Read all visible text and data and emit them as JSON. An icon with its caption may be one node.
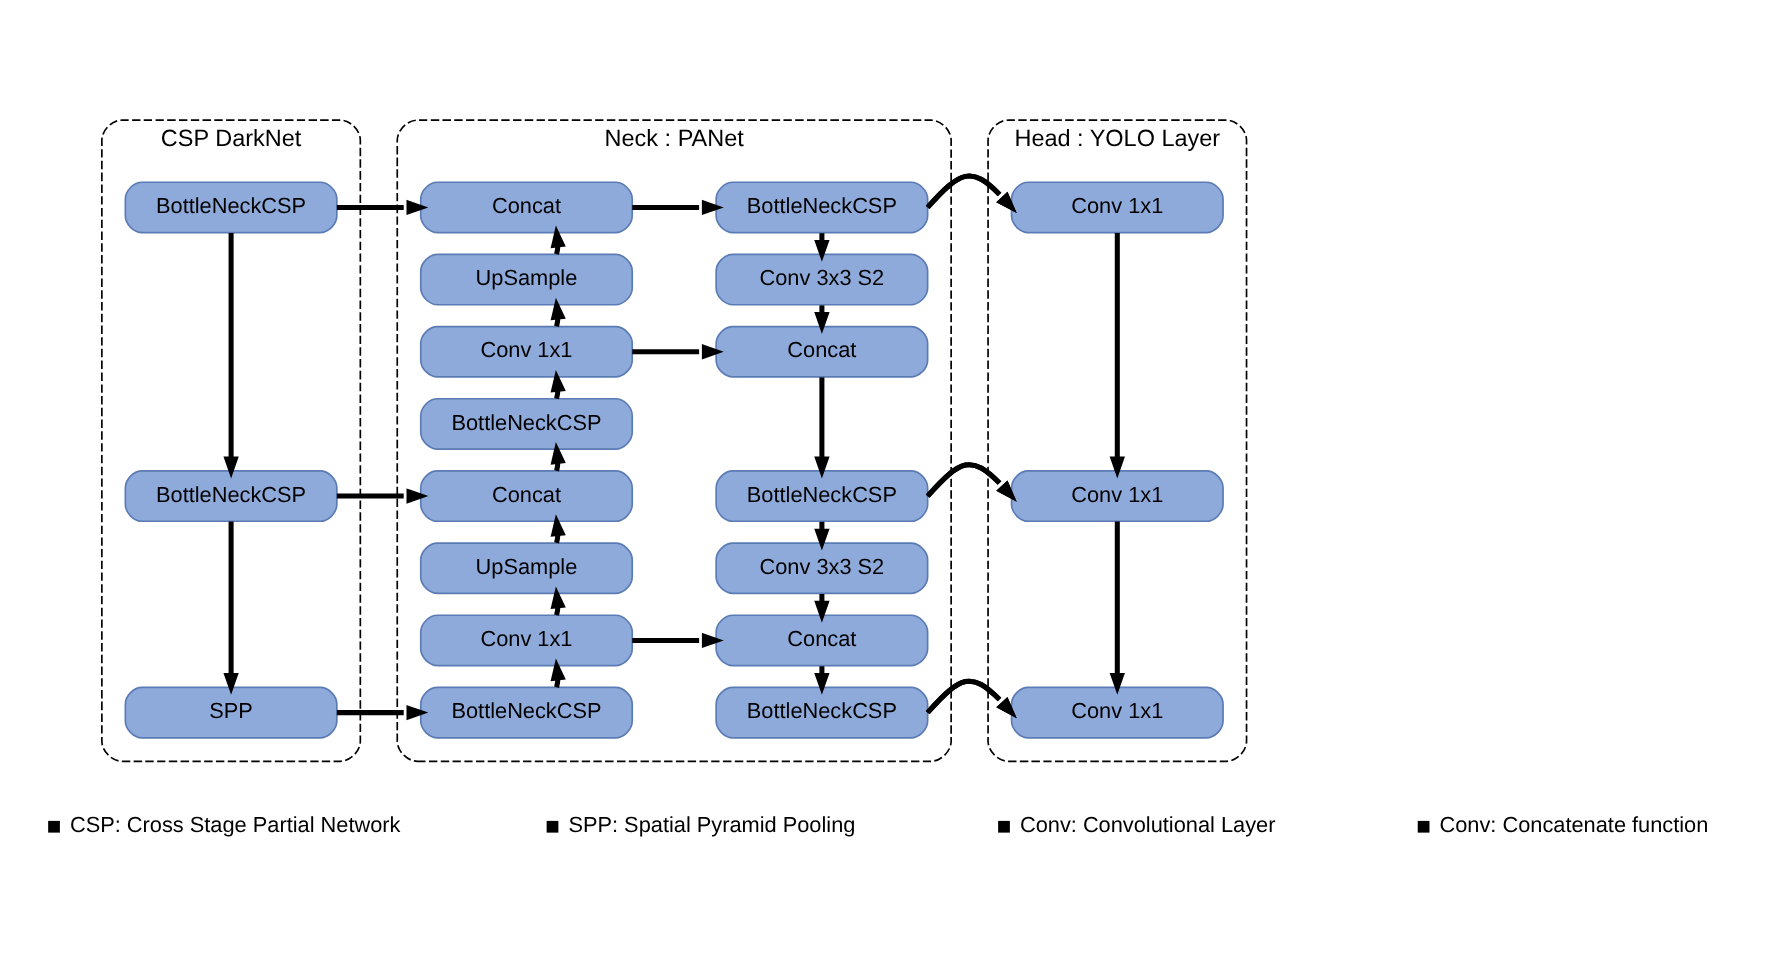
{
  "diagram": {
    "nodes": [
      {
        "text": [
          "CSP DarkNet"
        ]
      },
      {
        "text": [
          "BottleNeckCSP"
        ],
        "in": 0
      },
      {
        "text": [
          "BottleNeckCSP"
        ],
        "in": 0
      },
      {
        "text": [
          "SPP"
        ],
        "in": 0
      },
      {
        "text": [
          "Neck : PANet"
        ]
      },
      {
        "text": [
          "Concat"
        ],
        "in": 4
      },
      {
        "text": [
          "UpSample"
        ],
        "in": 4
      },
      {
        "text": [
          "Conv 1x1"
        ],
        "in": 4
      },
      {
        "text": [
          "BottleNeckCSP"
        ],
        "in": 4
      },
      {
        "text": [
          "Concat"
        ],
        "in": 4
      },
      {
        "text": [
          "UpSample"
        ],
        "in": 4
      },
      {
        "text": [
          "Conv 1x1"
        ],
        "in": 4
      },
      {
        "text": [
          "BottleNeckCSP"
        ],
        "in": 4
      },
      {
        "text": [
          "BottleNeckCSP"
        ],
        "in": 4
      },
      {
        "text": [
          "Conv 3x3 S2"
        ],
        "in": 4
      },
      {
        "text": [
          "Concat"
        ],
        "in": 4
      },
      {
        "text": [
          "BottleNeckCSP"
        ],
        "in": 4
      },
      {
        "text": [
          "Conv 3x3 S2"
        ],
        "in": 4
      },
      {
        "text": [
          "Concat"
        ],
        "in": 4
      },
      {
        "text": [
          "BottleNeckCSP"
        ],
        "in": 4
      },
      {
        "text": [
          "Head : YOLO Layer"
        ]
      },
      {
        "text": [
          "Conv 1x1"
        ],
        "in": 20
      },
      {
        "text": [
          "Conv 1x1"
        ],
        "in": 20
      },
      {
        "text": [
          "Conv 1x1"
        ],
        "in": 20
      }
    ],
    "edges": [
      {
        "from": 1,
        "to": 2,
        "arrow": "to"
      },
      {
        "from": 2,
        "to": 3,
        "arrow": "to"
      },
      {
        "from": 1,
        "to": 5,
        "arrow": "to"
      },
      {
        "from": 2,
        "to": 9,
        "arrow": "to"
      },
      {
        "from": 3,
        "to": 12,
        "arrow": "to"
      },
      {
        "from": 12,
        "to": 11,
        "arrow": "to"
      },
      {
        "from": 11,
        "to": 10,
        "arrow": "to"
      },
      {
        "from": 10,
        "to": 9,
        "arrow": "to"
      },
      {
        "from": 9,
        "to": 8,
        "arrow": "to"
      },
      {
        "from": 8,
        "to": 7,
        "arrow": "to"
      },
      {
        "from": 7,
        "to": 6,
        "arrow": "to"
      },
      {
        "from": 6,
        "to": 5,
        "arrow": "to"
      },
      {
        "from": 5,
        "to": 13,
        "arrow": "to"
      },
      {
        "from": 13,
        "to": 14,
        "arrow": "to"
      },
      {
        "from": 14,
        "to": 15,
        "arrow": "to"
      },
      {
        "from": 7,
        "to": 15,
        "arrow": "to"
      },
      {
        "from": 15,
        "to": 16,
        "arrow": "to"
      },
      {
        "from": 16,
        "to": 17,
        "arrow": "to"
      },
      {
        "from": 17,
        "to": 18,
        "arrow": "to"
      },
      {
        "from": 11,
        "to": 18,
        "arrow": "to"
      },
      {
        "from": 18,
        "to": 19,
        "arrow": "to"
      },
      {
        "from": 13,
        "to": 21,
        "arrow": "to"
      },
      {
        "from": 16,
        "to": 22,
        "arrow": "to"
      },
      {
        "from": 19,
        "to": 23,
        "arrow": "to"
      },
      {
        "from": 21,
        "to": 22,
        "arrow": "to"
      },
      {
        "from": 22,
        "to": 23,
        "arrow": "to"
      }
    ],
    "legend": [
      {
        "text": "CSP: Cross Stage Partial Network"
      },
      {
        "text": "SPP: Spatial Pyramid Pooling"
      },
      {
        "text": "Conv: Convolutional Layer"
      },
      {
        "text": "Conv: Concatenate function"
      }
    ]
  }
}
